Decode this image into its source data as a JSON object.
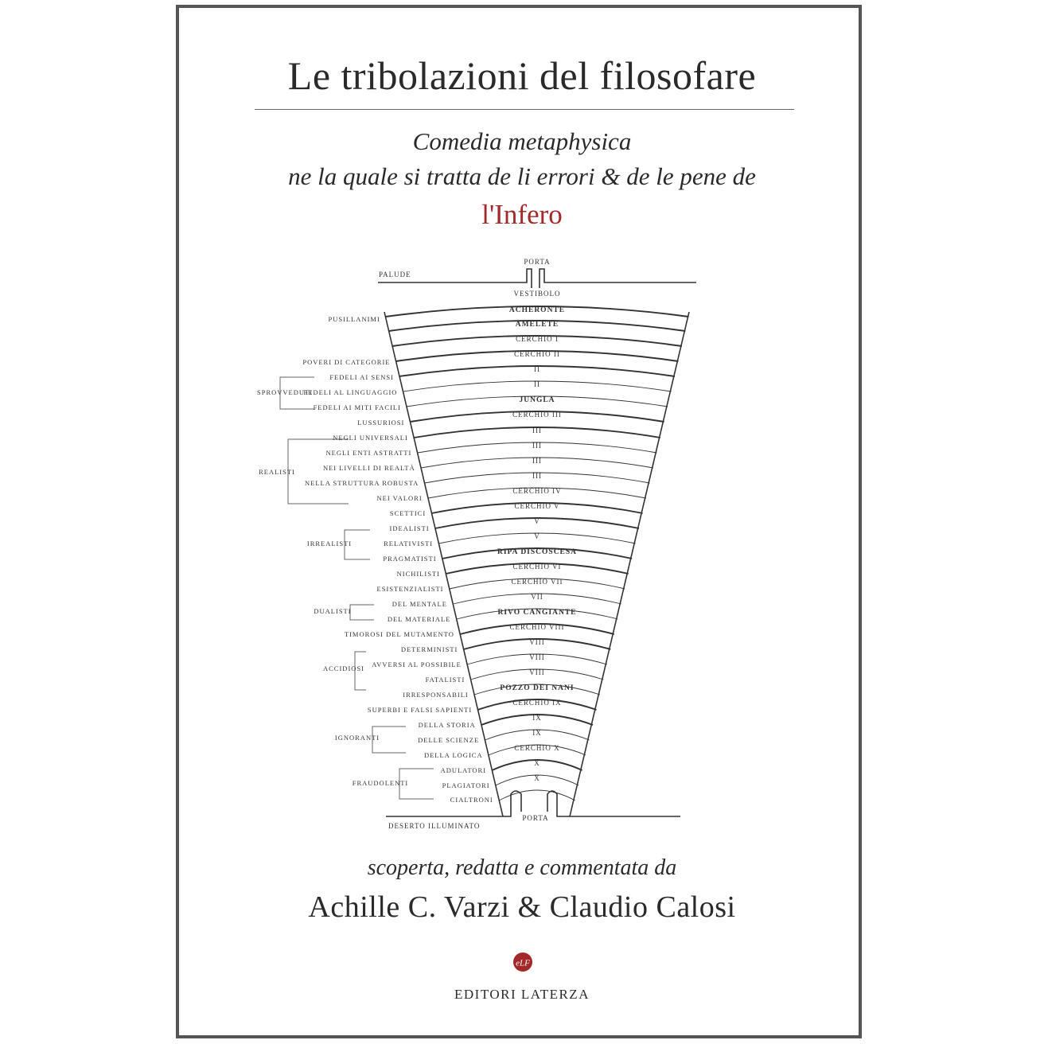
{
  "cover": {
    "title": "Le tribolazioni del filosofare",
    "subtitle_line1": "Comedia metaphysica",
    "subtitle_line2": "ne la quale si tratta de li errori & de le pene de",
    "subtitle_line3": "l'Infero",
    "byline": "scoperta, redatta e commentata da",
    "authors": "Achille C. Varzi & Claudio Calosi",
    "publisher": "EDITORI LATERZA",
    "publisher_logo_text": "eLF"
  },
  "diagram": {
    "top_gate": "PORTA",
    "top_left": "PALUDE",
    "vestibule": "VESTIBOLO",
    "bottom_gate": "PORTA",
    "bottom_left": "DESERTO ILLUMINATO",
    "bands": [
      {
        "label": "ACHERONTE",
        "bold": true
      },
      {
        "label": "AMELETE",
        "bold": true
      },
      {
        "label": "CERCHIO I",
        "bold": false
      },
      {
        "label": "CERCHIO II",
        "bold": false
      },
      {
        "label": "II",
        "bold": false
      },
      {
        "label": "II",
        "bold": false
      },
      {
        "label": "JUNGLA",
        "bold": true
      },
      {
        "label": "CERCHIO III",
        "bold": false
      },
      {
        "label": "III",
        "bold": false
      },
      {
        "label": "III",
        "bold": false
      },
      {
        "label": "III",
        "bold": false
      },
      {
        "label": "III",
        "bold": false
      },
      {
        "label": "CERCHIO IV",
        "bold": false
      },
      {
        "label": "CERCHIO V",
        "bold": false
      },
      {
        "label": "V",
        "bold": false
      },
      {
        "label": "V",
        "bold": false
      },
      {
        "label": "RIPA DISCOSCESA",
        "bold": true
      },
      {
        "label": "CERCHIO VI",
        "bold": false
      },
      {
        "label": "CERCHIO VII",
        "bold": false
      },
      {
        "label": "VII",
        "bold": false
      },
      {
        "label": "RIVO CANGIANTE",
        "bold": true
      },
      {
        "label": "CERCHIO VIII",
        "bold": false
      },
      {
        "label": "VIII",
        "bold": false
      },
      {
        "label": "VIII",
        "bold": false
      },
      {
        "label": "VIII",
        "bold": false
      },
      {
        "label": "POZZO DEI NANI",
        "bold": true
      },
      {
        "label": "CERCHIO IX",
        "bold": false
      },
      {
        "label": "IX",
        "bold": false
      },
      {
        "label": "IX",
        "bold": false
      },
      {
        "label": "CERCHIO X",
        "bold": false
      },
      {
        "label": "X",
        "bold": false
      },
      {
        "label": "X",
        "bold": false
      }
    ],
    "sinners": [
      "PUSILLANIMI",
      "POVERI DI CATEGORIE",
      "FEDELI AI SENSI",
      "FEDELI AL LINGUAGGIO",
      "FEDELI AI MITI FACILI",
      "LUSSURIOSI",
      "NEGLI UNIVERSALI",
      "NEGLI ENTI ASTRATTI",
      "NEI LIVELLI DI REALTÀ",
      "NELLA STRUTTURA ROBUSTA",
      "NEI VALORI",
      "SCETTICI",
      "IDEALISTI",
      "RELATIVISTI",
      "PRAGMATISTI",
      "NICHILISTI",
      "ESISTENZIALISTI",
      "DEL MENTALE",
      "DEL MATERIALE",
      "TIMOROSI DEL MUTAMENTO",
      "DETERMINISTI",
      "AVVERSI AL POSSIBILE",
      "FATALISTI",
      "IRRESPONSABILI",
      "SUPERBI E FALSI SAPIENTI",
      "DELLA STORIA",
      "DELLE SCIENZE",
      "DELLA LOGICA",
      "ADULATORI",
      "PLAGIATORI",
      "CIALTRONI"
    ],
    "groups": [
      "SPROVVEDUTI",
      "REALISTI",
      "IRREALISTI",
      "DUALISTI",
      "ACCIDIOSI",
      "IGNORANTI",
      "FRAUDOLENTI"
    ]
  }
}
